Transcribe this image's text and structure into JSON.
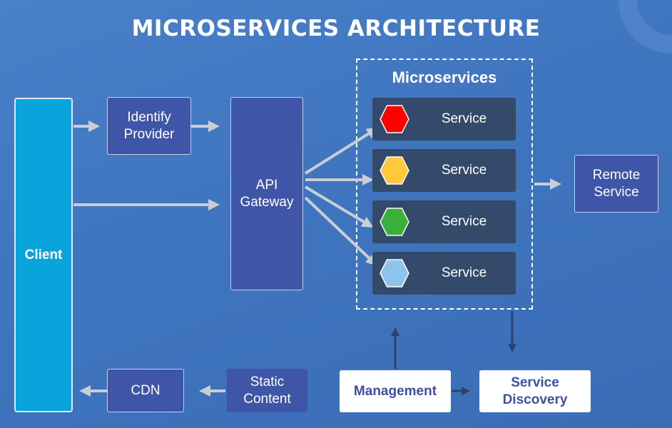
{
  "title": "MICROSERVICES ARCHITECTURE",
  "nodes": {
    "client": "Client",
    "identify_provider": "Identify\nProvider",
    "api_gateway": "API\nGateway",
    "remote_service": "Remote\nService",
    "cdn": "CDN",
    "static_content": "Static\nContent",
    "management": "Management",
    "service_discovery": "Service\nDiscovery"
  },
  "microservices": {
    "title": "Microservices",
    "services": [
      {
        "label": "Service",
        "color": "#ff0000"
      },
      {
        "label": "Service",
        "color": "#ffc83d"
      },
      {
        "label": "Service",
        "color": "#3aaf3a"
      },
      {
        "label": "Service",
        "color": "#8fc3ec"
      }
    ]
  },
  "colors": {
    "background": "#4077c0",
    "client": "#0aa4dd",
    "node": "#3f55a8",
    "service_card": "#334a6a",
    "arrow_light": "#c8cdd6",
    "arrow_dark": "#2e4270"
  }
}
